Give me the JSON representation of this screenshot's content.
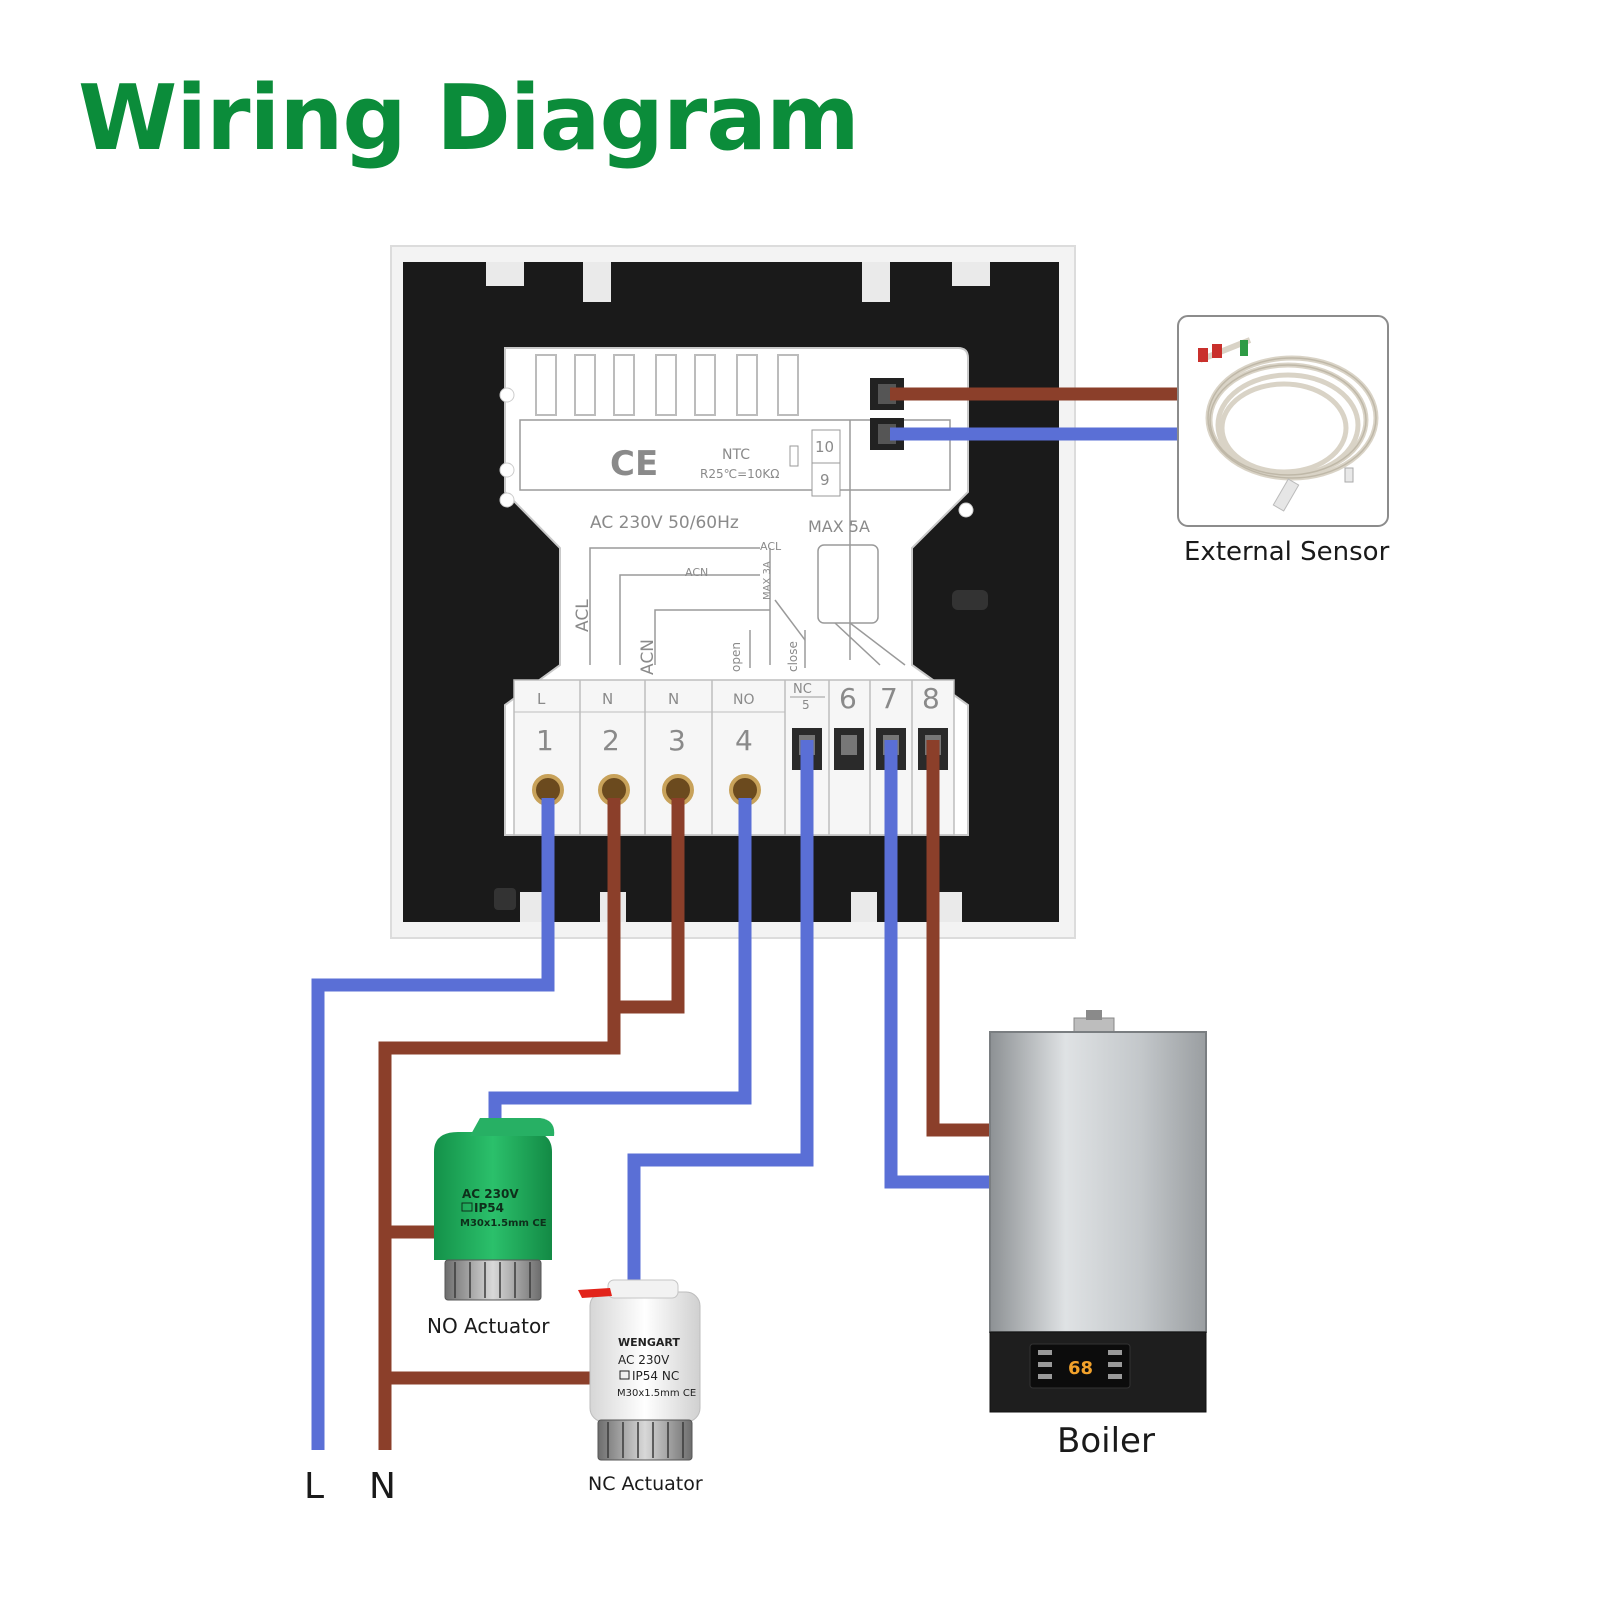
{
  "title": "Wiring Diagram",
  "colors": {
    "title": "#0b8c3a",
    "live_wire": "#5a6fd6",
    "neutral_wire": "#8b3f2a",
    "no_actuator": "#1fa35a",
    "frame": "#1a1a1a"
  },
  "thermostat": {
    "ce_mark": "CE",
    "ntc_label": "NTC",
    "ntc_spec": "R25℃=10KΩ",
    "power_rating": "AC 230V  50/60Hz",
    "max_relay": "MAX 5A",
    "acl_small": "ACL",
    "acn_small": "ACN",
    "max_3a": "MAX 3A",
    "acl_vertical": "ACL",
    "acn_vertical": "ACN",
    "open_label": "open",
    "close_label": "close",
    "terminals": [
      {
        "number": "1",
        "label": "L"
      },
      {
        "number": "2",
        "label": "N"
      },
      {
        "number": "3",
        "label": "N"
      },
      {
        "number": "4",
        "label": "NO"
      },
      {
        "number": "5",
        "label": "NC"
      },
      {
        "number": "6",
        "label": ""
      },
      {
        "number": "7",
        "label": ""
      },
      {
        "number": "8",
        "label": ""
      },
      {
        "number": "9",
        "label": ""
      },
      {
        "number": "10",
        "label": ""
      }
    ]
  },
  "no_actuator": {
    "label": "NO Actuator",
    "text_line1": "AC 230V",
    "text_line2": "IP54",
    "text_line3": "M30x1.5mm CE"
  },
  "nc_actuator": {
    "label": "NC Actuator",
    "brand": "WENGART",
    "text_line1": "AC 230V",
    "text_line2": "IP54 NC",
    "text_line3": "M30x1.5mm CE"
  },
  "boiler": {
    "label": "Boiler",
    "display_value": "68"
  },
  "external_sensor": {
    "label": "External Sensor"
  },
  "mains": {
    "live": "L",
    "neutral": "N"
  }
}
